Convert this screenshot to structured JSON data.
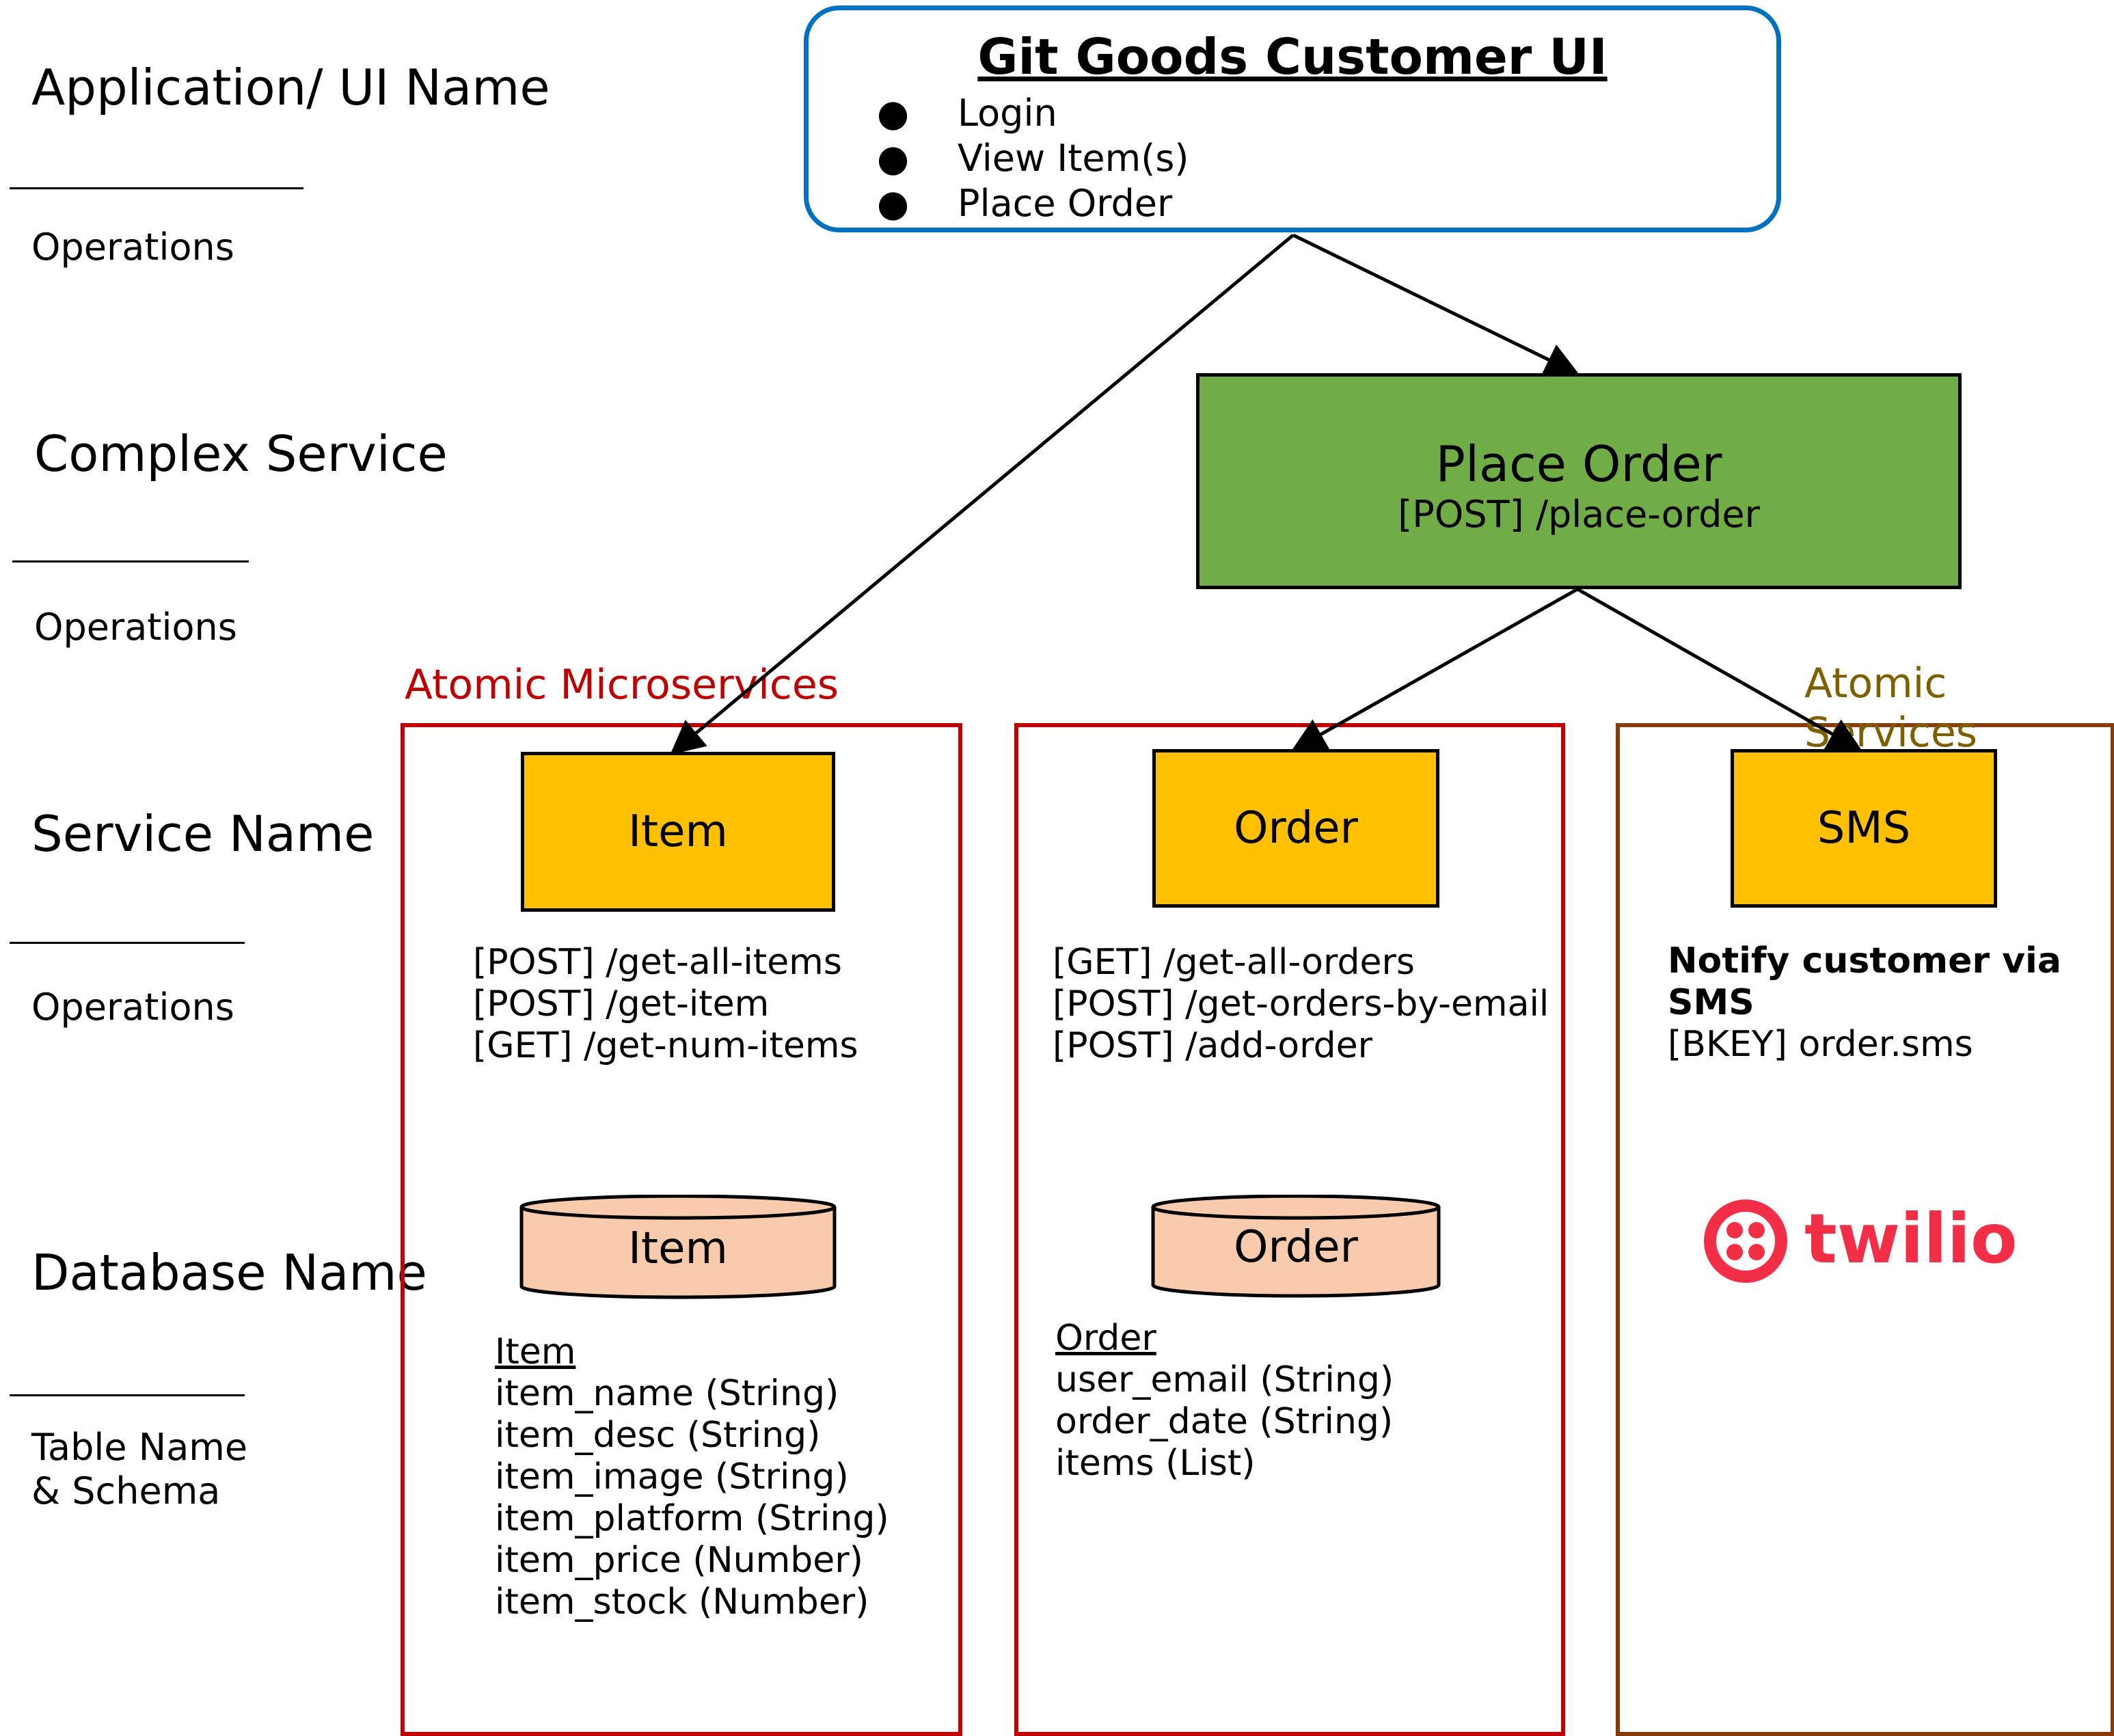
{
  "legend": {
    "app_title": "Application/ UI Name",
    "app_ops": "Operations",
    "complex_title": "Complex Service",
    "complex_ops": "Operations",
    "service_title": "Service Name",
    "service_ops": "Operations",
    "db_title": "Database Name",
    "db_ops": "Table Name & Schema"
  },
  "app": {
    "title": "Git Goods Customer UI",
    "operations": [
      "Login",
      "View Item(s)",
      "Place Order"
    ]
  },
  "complex_service": {
    "name": "Place Order",
    "endpoint": "[POST] /place-order"
  },
  "groups": {
    "atomic_microservices": "Atomic Microservices",
    "atomic_services": "Atomic Services"
  },
  "services": {
    "item": {
      "name": "Item",
      "operations": [
        "[POST] /get-all-items",
        "[POST] /get-item",
        "[GET] /get-num-items"
      ],
      "db_name": "Item",
      "table_name": "Item",
      "schema": [
        "item_name (String)",
        "item_desc (String)",
        "item_image (String)",
        "item_platform (String)",
        "item_price (Number)",
        "item_stock (Number)"
      ]
    },
    "order": {
      "name": "Order",
      "operations": [
        "[GET] /get-all-orders",
        "[POST] /get-orders-by-email",
        "[POST] /add-order"
      ],
      "db_name": "Order",
      "table_name": "Order",
      "schema": [
        "user_email (String)",
        "order_date (String)",
        "items (List)"
      ]
    },
    "sms": {
      "name": "SMS",
      "notify_line1": "Notify customer via",
      "notify_line2": "SMS",
      "binding_key": "[BKEY] order.sms",
      "logo_text": "twilio"
    }
  },
  "colors": {
    "app_border": "#0070c0",
    "complex_fill": "#70ad47",
    "service_fill": "#ffc000",
    "db_fill": "#f8cbad",
    "microservice_red": "#c00000",
    "atomic_brown": "#843c0c",
    "atomic_services_label": "#7f6000",
    "twilio_red": "#f22f46"
  }
}
